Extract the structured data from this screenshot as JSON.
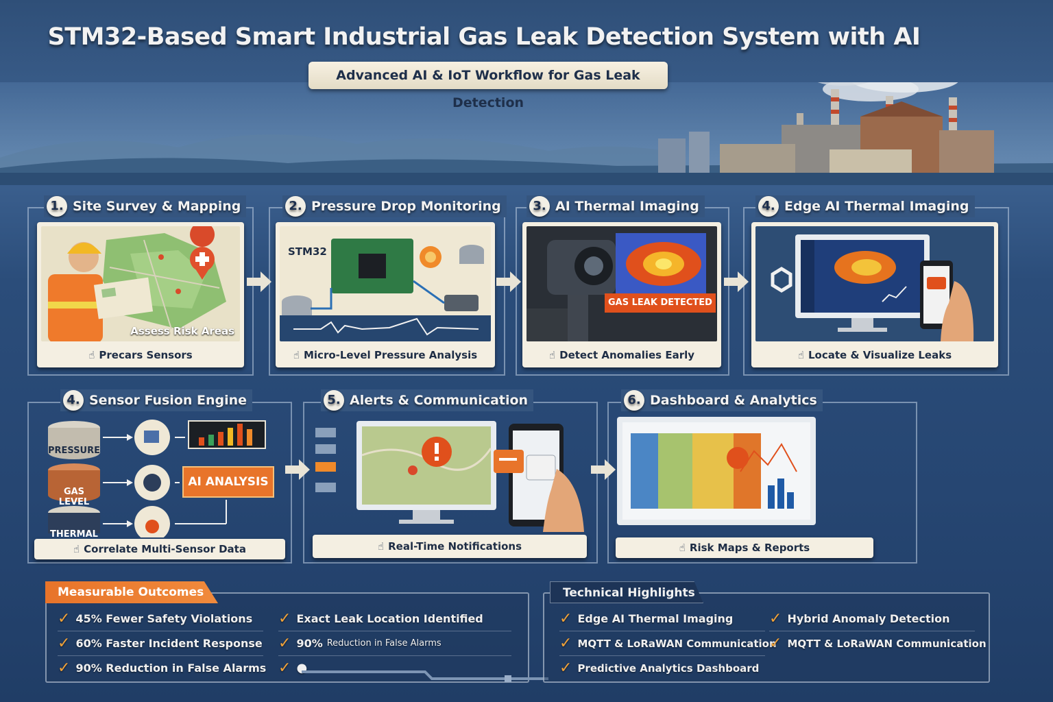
{
  "header": {
    "title": "STM32-Based Smart Industrial Gas Leak Detection System with AI",
    "subtitle": "Advanced AI & IoT Workflow for Gas Leak Detection"
  },
  "steps_top": [
    {
      "num": "1.",
      "title": "Site Survey & Mapping",
      "caption": "Precars Sensors",
      "overlay": "Assess Risk Areas"
    },
    {
      "num": "2.",
      "title": "Pressure Drop Monitoring",
      "caption": "Micro-Level Pressure Analysis",
      "chip_label": "STM32"
    },
    {
      "num": "3.",
      "title": "AI Thermal Imaging",
      "caption": "Detect Anomalies Early",
      "alert_label": "GAS LEAK DETECTED"
    },
    {
      "num": "4.",
      "title": "Edge AI Thermal Imaging",
      "caption": "Locate & Visualize Leaks"
    }
  ],
  "steps_bottom": [
    {
      "num": "4.",
      "title": "Sensor Fusion Engine",
      "caption": "Correlate Multi-Sensor Data",
      "sensors": [
        "PRESSURE",
        "GAS LEVEL",
        "THERMAL"
      ],
      "engine_label": "AI ANALYSIS"
    },
    {
      "num": "5.",
      "title": "Alerts & Communication",
      "caption": "Real-Time Notifications"
    },
    {
      "num": "6.",
      "title": "Dashboard & Analytics",
      "caption": "Risk Maps & Reports"
    }
  ],
  "outcomes": {
    "label": "Measurable Outcomes",
    "items_left": [
      "45% Fewer Safety Violations",
      "60% Faster Incident Response",
      "90% Reduction in False Alarms"
    ],
    "items_right": [
      "Exact Leak Location Identified",
      "90%",
      "Reduction in False Alarms"
    ]
  },
  "highlights": {
    "label": "Technical Highlights",
    "items_left": [
      "Edge AI Thermal Imaging",
      "MQTT & LoRaWAN Communication",
      "Predictive Analytics Dashboard"
    ],
    "items_right": [
      "Hybrid Anomaly Detection",
      "MQTT & LoRaWAN Communication"
    ]
  },
  "colors": {
    "accent": "#e8742a",
    "check": "#f0a23a",
    "navy": "#1d3457",
    "cream": "#f4efe2"
  }
}
